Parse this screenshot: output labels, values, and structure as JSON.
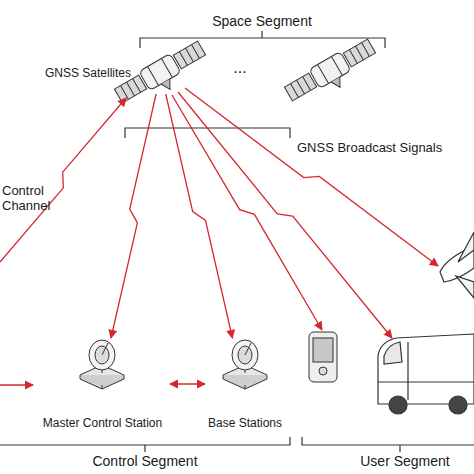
{
  "diagram": {
    "nodes": [
      {
        "text": [
          "GNSS Satellites"
        ]
      },
      {
        "text": [
          "Master Control Station"
        ]
      },
      {
        "text": [
          "Base Stations"
        ]
      }
    ],
    "edges": [
      {
        "from": 0,
        "to": 1,
        "arrow": "to"
      },
      {
        "from": 0,
        "to": 2,
        "arrow": "to"
      },
      {
        "from": 1,
        "to": 2,
        "arrow": "both"
      }
    ],
    "labels": [
      "Space Segment",
      "...",
      "GNSS Broadcast Signals",
      "Control Channel",
      "Control Segment",
      "User Segment"
    ]
  }
}
